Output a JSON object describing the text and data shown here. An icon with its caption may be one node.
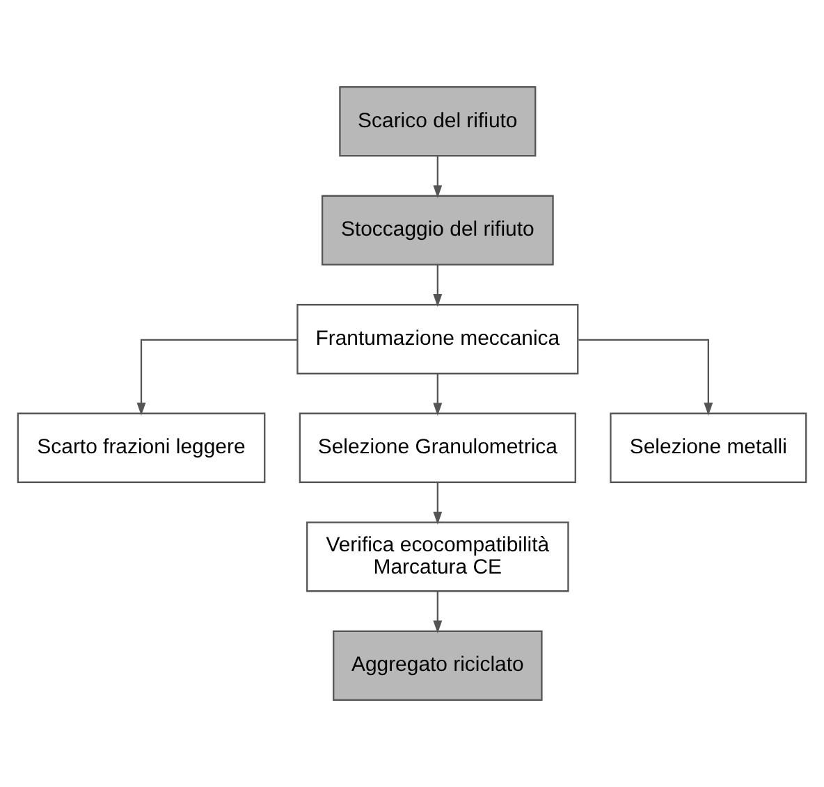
{
  "diagram": {
    "nodes": [
      {
        "text": [
          "Scarico del rifiuto"
        ]
      },
      {
        "text": [
          "Stoccaggio del rifiuto"
        ]
      },
      {
        "text": [
          "Frantumazione meccanica"
        ]
      },
      {
        "text": [
          "Scarto frazioni leggere"
        ]
      },
      {
        "text": [
          "Selezione Granulometrica"
        ]
      },
      {
        "text": [
          "Selezione metalli"
        ]
      },
      {
        "text": [
          "Verifica ecocompatibilità",
          "Marcatura CE"
        ]
      },
      {
        "text": [
          "Aggregato riciclato"
        ]
      }
    ],
    "edges": [
      {
        "from": 0,
        "to": 1,
        "arrow": "to"
      },
      {
        "from": 1,
        "to": 2,
        "arrow": "to"
      },
      {
        "from": 2,
        "to": 3,
        "arrow": "to"
      },
      {
        "from": 2,
        "to": 4,
        "arrow": "to"
      },
      {
        "from": 2,
        "to": 5,
        "arrow": "to"
      },
      {
        "from": 4,
        "to": 6,
        "arrow": "to"
      },
      {
        "from": 6,
        "to": 7,
        "arrow": "to"
      }
    ]
  }
}
